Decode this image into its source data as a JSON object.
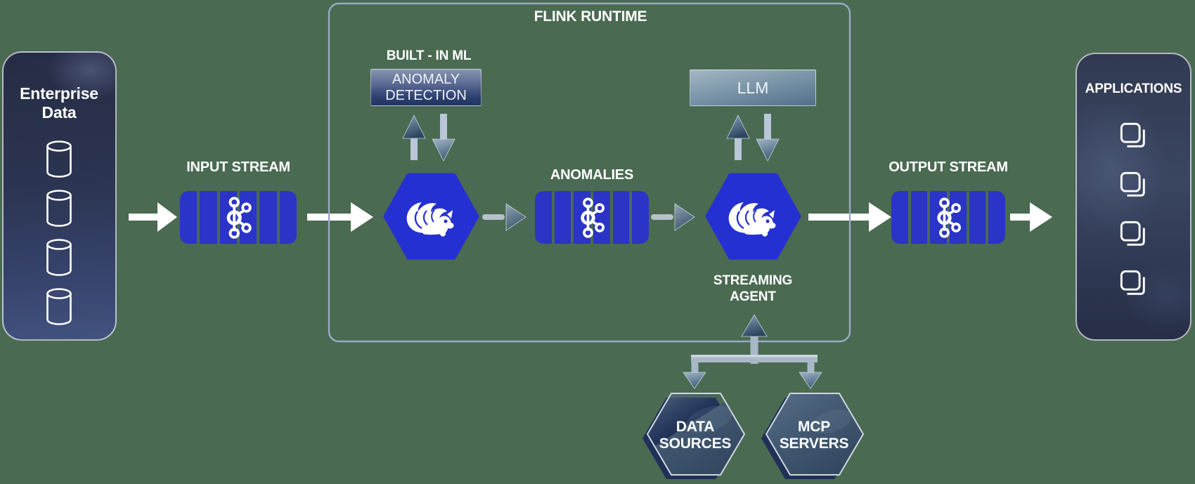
{
  "colors": {
    "background": "#4a6a52",
    "kafka_blue": "#2a34c6",
    "flink_blue": "#2430d2",
    "runtime_border": "#9ba9c2",
    "arrow_white": "#ffffff",
    "arrow_gray_shaft": "#b7c1cb",
    "connector_gray": "#a9b8c6",
    "ext_hexagon_fill": "#41586f",
    "ext_hexagon_shadow": "#1c2a58",
    "panel_navy_top": "#262c45",
    "panel_navy_bottom": "#42527f"
  },
  "icons": {
    "database": "cylinder-outline",
    "kafka": "kafka-node-circles",
    "flink": "flink-squirrel",
    "applications": "stacked-copy-squares"
  },
  "nodes": {
    "enterprise_data": {
      "line1": "Enterprise",
      "line2": "Data",
      "database_icon_count": 4
    },
    "input_stream": {
      "label": "INPUT STREAM"
    },
    "flink_runtime": {
      "title": "FLINK RUNTIME"
    },
    "built_in_ml": {
      "label": "BUILT - IN ML"
    },
    "anomaly_detection": {
      "line1": "ANOMALY",
      "line2": "DETECTION"
    },
    "llm": {
      "label": "LLM"
    },
    "anomalies": {
      "label": "ANOMALIES"
    },
    "streaming_agent": {
      "line1": "STREAMING",
      "line2": "AGENT"
    },
    "output_stream": {
      "label": "OUTPUT STREAM"
    },
    "applications": {
      "label": "APPLICATIONS",
      "app_icon_count": 4
    },
    "data_sources": {
      "line1": "DATA",
      "line2": "SOURCES"
    },
    "mcp_servers": {
      "line1": "MCP",
      "line2": "SERVERS"
    }
  }
}
